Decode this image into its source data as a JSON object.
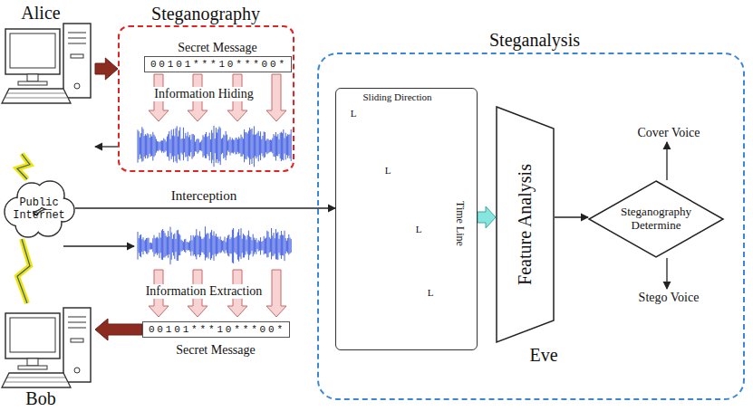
{
  "diagram": {
    "nodes": [
      {
        "text": [
          "Alice"
        ]
      },
      {
        "text": [
          "Steganography"
        ]
      },
      {
        "text": [
          "Secret Message",
          "00101***10***00*"
        ],
        "in": 1
      },
      {
        "text": [
          "Public Internet"
        ]
      },
      {
        "text": [
          "Bob"
        ]
      },
      {
        "text": [
          "00101***10***00*",
          "Secret Message"
        ]
      },
      {
        "text": [
          "Steganalysis",
          "Eve"
        ]
      },
      {
        "text": [
          "Sliding Direction",
          "Time Line"
        ],
        "in": 6
      },
      {
        "text": [
          "Feature Analysis"
        ],
        "in": 6
      },
      {
        "text": [
          "Steganography Determine"
        ],
        "in": 6
      },
      {
        "text": [
          "Cover Voice"
        ],
        "in": 6
      },
      {
        "text": [
          "Stego Voice"
        ],
        "in": 6
      }
    ],
    "edges": [
      {
        "from": 0,
        "to": 1,
        "arrow": "to"
      },
      {
        "from": 1,
        "to": 0,
        "arrow": "to"
      },
      {
        "from": 0,
        "to": 3,
        "arrow": "none"
      },
      {
        "from": 3,
        "to": 4,
        "arrow": "none"
      },
      {
        "from": 3,
        "to": 7,
        "label": "Interception",
        "arrow": "to"
      },
      {
        "from": 5,
        "to": 4,
        "arrow": "to"
      },
      {
        "from": 7,
        "to": 8,
        "arrow": "to"
      },
      {
        "from": 8,
        "to": 9,
        "arrow": "to"
      },
      {
        "from": 9,
        "to": 10,
        "arrow": "to"
      },
      {
        "from": 9,
        "to": 11,
        "arrow": "to"
      }
    ],
    "labels": [
      "Information Hiding",
      "L",
      "L",
      "L",
      "L",
      "Information Extraction"
    ]
  }
}
